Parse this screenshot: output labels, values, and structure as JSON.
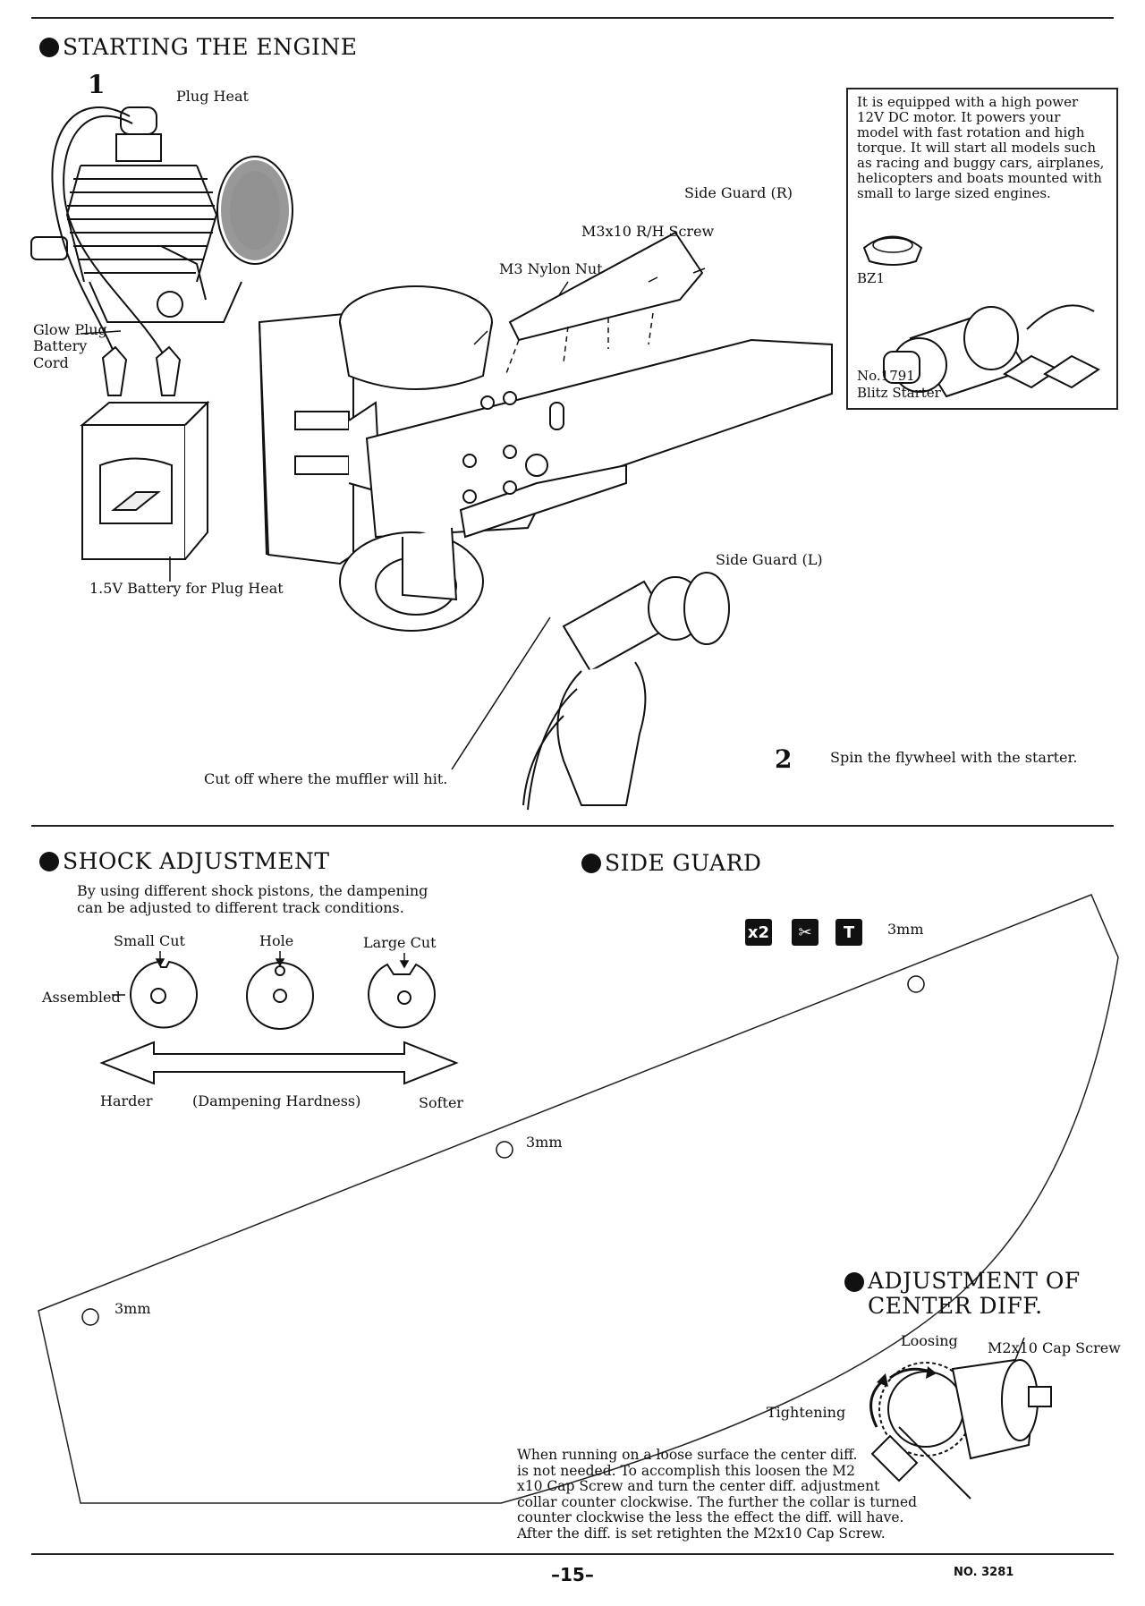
{
  "section1": {
    "title": "STARTING THE ENGINE",
    "step1": "1",
    "step2": "2",
    "labels": {
      "plug_heat": "Plug Heat",
      "glow_plug_line1": "Glow Plug",
      "glow_plug_line2": "Battery",
      "glow_plug_line3": "Cord",
      "battery": "1.5V Battery for Plug Heat",
      "side_guard_r": "Side Guard (R)",
      "m3x10": "M3x10 R/H Screw",
      "m3_nylon": "M3 Nylon Nut",
      "side_guard_l": "Side Guard (L)",
      "cut_off": "Cut off where the muffler will hit.",
      "spin": "Spin the flywheel with the starter."
    },
    "infobox": {
      "lines": [
        "It is equipped with a high power",
        "12V DC motor. It powers your",
        "model with fast rotation and high",
        "torque. It will start all models such",
        "as racing and buggy cars, airplanes,",
        "helicopters and boats mounted with",
        "small to large sized engines."
      ],
      "bz1": "BZ1",
      "part_no": "No.1791",
      "part_name": "Blitz Starter"
    }
  },
  "shock": {
    "title": "SHOCK ADJUSTMENT",
    "desc_line1": "By using different shock pistons, the dampening",
    "desc_line2": "can be adjusted to different track conditions.",
    "small_cut": "Small Cut",
    "hole": "Hole",
    "large_cut": "Large Cut",
    "assembled": "Assembled",
    "harder": "Harder",
    "dampening": "(Dampening Hardness)",
    "softer": "Softer"
  },
  "side_guard": {
    "title": "SIDE GUARD",
    "icons": [
      "x2",
      "scissors-icon",
      "drill-icon"
    ],
    "hole1": "3mm",
    "hole2": "3mm",
    "hole3": "3mm"
  },
  "center_diff": {
    "title_line1": "ADJUSTMENT OF",
    "title_line2": "CENTER DIFF.",
    "loosing": "Loosing",
    "cap_screw": "M2x10 Cap Screw",
    "tightening": "Tightening",
    "text_lines": [
      "When running on a loose surface the center diff.",
      "is not needed. To accomplish this loosen the M2",
      "x10 Cap Screw and turn the center diff. adjustment",
      "collar counter clockwise. The further the collar is turned",
      "counter clockwise the less the effect the diff. will have.",
      "After the diff. is set retighten the M2x10 Cap Screw."
    ]
  },
  "footer": {
    "page": "–15–",
    "doc_no": "NO. 3281"
  }
}
